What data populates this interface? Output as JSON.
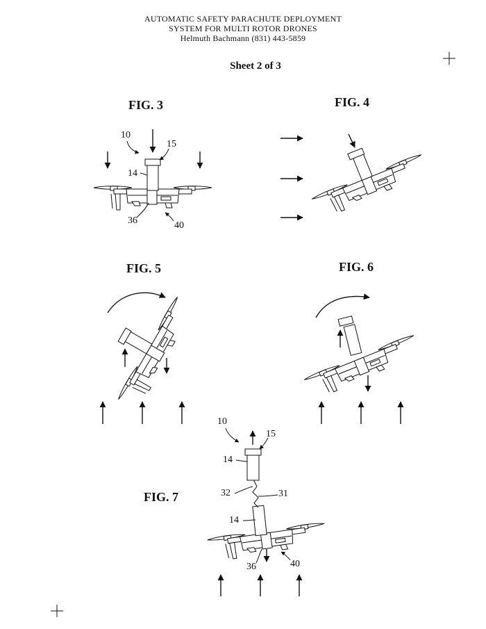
{
  "header": {
    "title_line1": "AUTOMATIC SAFETY PARACHUTE DEPLOYMENT",
    "title_line2": "SYSTEM FOR MULTI ROTOR DRONES",
    "author_line": "Helmuth Bachmann  (831) 443-5859"
  },
  "sheet": "Sheet 2 of 3",
  "figures": {
    "fig3": {
      "label": "FIG. 3",
      "numerals": [
        "10",
        "15",
        "14",
        "36",
        "40"
      ]
    },
    "fig4": {
      "label": "FIG. 4"
    },
    "fig5": {
      "label": "FIG. 5"
    },
    "fig6": {
      "label": "FIG. 6"
    },
    "fig7": {
      "label": "FIG. 7",
      "numerals": [
        "10",
        "15",
        "14",
        "32",
        "31",
        "14",
        "36",
        "40"
      ]
    }
  }
}
